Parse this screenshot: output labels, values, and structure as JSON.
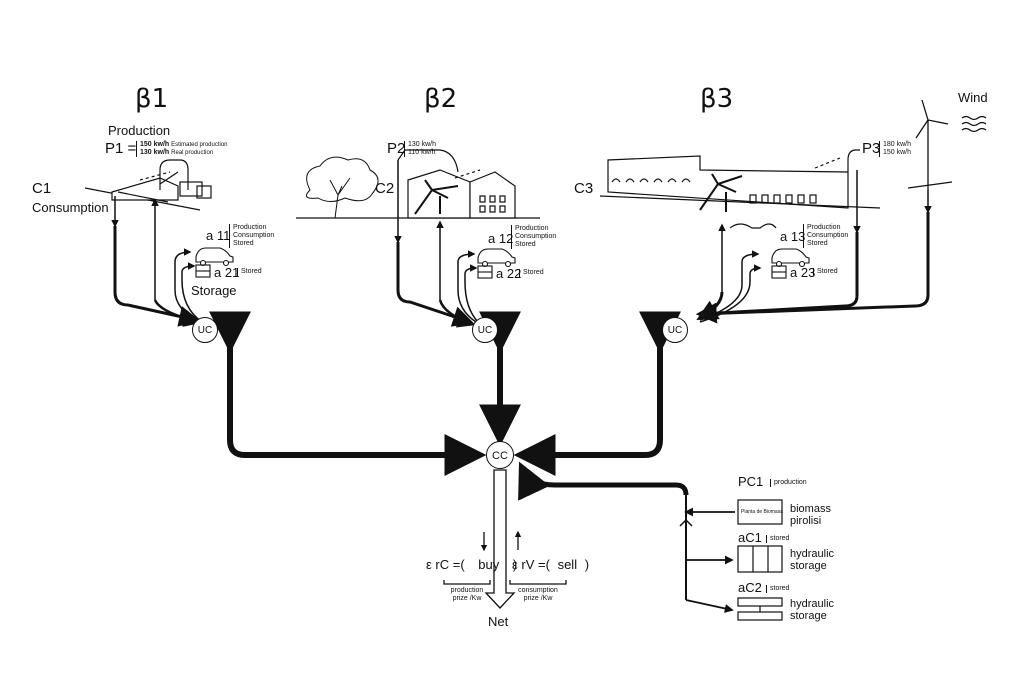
{
  "sections": [
    {
      "beta": "β1",
      "consumer": "C1",
      "power": "P1 =",
      "production_1": "150 kw/h",
      "production_2": "130 kw/h",
      "production_note_1": "Estimated production",
      "production_note_2": "Real production",
      "agent": "a 11",
      "agent_items": [
        "Production",
        "Consumption",
        "Stored"
      ],
      "storage_agent": "a 21",
      "storage_item": "Stored",
      "node": "UC"
    },
    {
      "beta": "β2",
      "consumer": "C2",
      "power": "P2",
      "production_1": "130 kw/h",
      "production_2": "110 kw/h",
      "agent": "a 12",
      "agent_items": [
        "Production",
        "Consumption",
        "Stored"
      ],
      "storage_agent": "a 22",
      "storage_item": "Stored",
      "node": "UC"
    },
    {
      "beta": "β3",
      "consumer": "C3",
      "power": "P3",
      "production_1": "180 kw/h",
      "production_2": "150 kw/h",
      "agent": "a 13",
      "agent_items": [
        "Production",
        "Consumption",
        "Stored"
      ],
      "storage_agent": "a 23",
      "storage_item": "Stored",
      "node": "UC"
    }
  ],
  "labels": {
    "production": "Production",
    "consumption": "Consumption",
    "storage": "Storage",
    "wind": "Wind",
    "center_node": "CC",
    "net": "Net"
  },
  "market": {
    "buy_symbol": "ε rC =(",
    "buy": "buy",
    "buy_close": ")",
    "buy_note_1": "production",
    "buy_note_2": "prize /Kw",
    "sell_symbol": "ε rV =(",
    "sell": "sell",
    "sell_close": ")",
    "sell_note_1": "consumption",
    "sell_note_2": "prize /Kw"
  },
  "central_plants": {
    "pc1": "PC1",
    "pc1_item": "production",
    "plant_box": "Planta de Biomasa",
    "biomass_1": "biomass",
    "biomass_2": "pirolisi",
    "ac1": "aC1",
    "ac1_item": "stored",
    "hydraulic_1a": "hydraulic",
    "hydraulic_1b": "storage",
    "ac2": "aC2",
    "ac2_item": "stored",
    "hydraulic_2a": "hydraulic",
    "hydraulic_2b": "storage"
  }
}
